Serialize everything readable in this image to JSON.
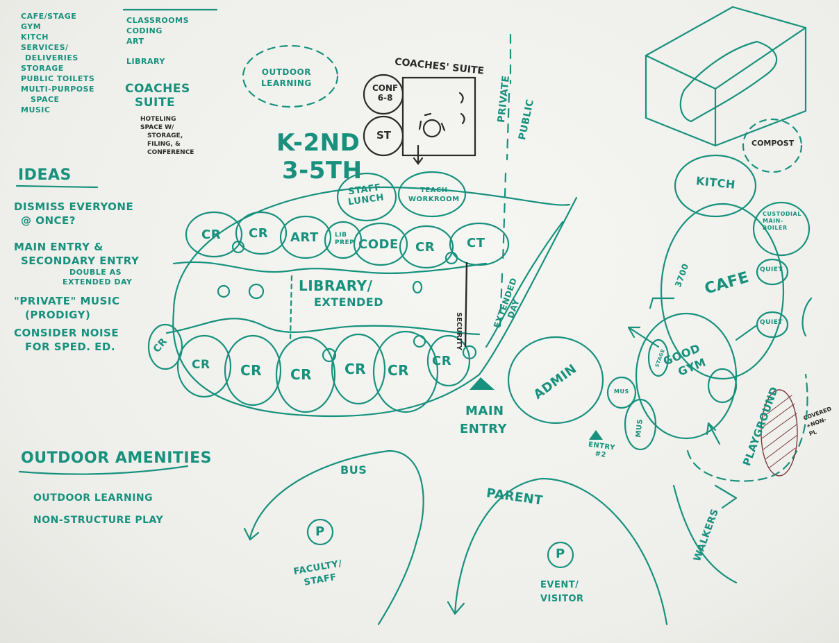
{
  "program_list_left": [
    "CAFE/STAGE",
    "GYM",
    "KITCH",
    "SERVICES/",
    "DELIVERIES",
    "STORAGE",
    "PUBLIC TOILETS",
    "MULTI-PURPOSE",
    "SPACE",
    "MUSIC"
  ],
  "program_list_mid": [
    "CLASSROOMS",
    "CODING",
    "ART",
    "LIBRARY"
  ],
  "coaches": {
    "title": "COACHES",
    "title2": "SUITE",
    "notes": [
      "HOTELING",
      "SPACE W/",
      "STORAGE,",
      "FILING, &",
      "CONFERENCE"
    ]
  },
  "ideas": {
    "heading": "IDEAS",
    "items": [
      [
        "DISMISS EVERYONE",
        "@ ONCE?"
      ],
      [
        "MAIN ENTRY &",
        "SECONDARY ENTRY",
        "DOUBLE AS",
        "EXTENDED DAY"
      ],
      [
        "\"PRIVATE\" MUSIC",
        "(PRODIGY)"
      ],
      [
        "CONSIDER NOISE",
        "FOR SPED. ED."
      ]
    ]
  },
  "outdoor": {
    "heading": "OUTDOOR AMENITIES",
    "items": [
      "OUTDOOR LEARNING",
      "NON-STRUCTURE PLAY"
    ]
  },
  "labels": {
    "outdoor_learning": [
      "OUTDOOR",
      "LEARNING"
    ],
    "coaches_suite": "COACHES' SUITE",
    "conf": [
      "CONF",
      "6-8"
    ],
    "st": "ST",
    "grades": [
      "K-2ND",
      "3-5TH"
    ],
    "private": "PRIVATE",
    "public": "PUBLIC",
    "staff_lunch": [
      "STAFF",
      "LUNCH"
    ],
    "teach_workroom": [
      "TEACH",
      "WORKROOM"
    ],
    "cr": "CR",
    "art": "ART",
    "lib_mini": [
      "LIB",
      "PREP"
    ],
    "code": "CODE",
    "ct": "CT",
    "library": [
      "LIBRARY/",
      "EXTENDED"
    ],
    "security": "SECURITY",
    "extended_day": [
      "EXTENDED",
      "DAY"
    ],
    "main_entry": [
      "MAIN",
      "ENTRY"
    ],
    "admin": "ADMIN",
    "entry2": [
      "ENTRY",
      "#2"
    ],
    "mus": "MUS",
    "kitch": "KITCH",
    "custodial": [
      "CUSTODIAL",
      "MAIN-",
      "BOILER"
    ],
    "cafe": "CAFE",
    "sf": "3700",
    "quiet": "QUIET",
    "gym": [
      "GOOD",
      "GYM"
    ],
    "stage": "STAGE",
    "playground": "PLAYGROUND",
    "compost": "COMPOST",
    "covered": [
      "COVERED",
      "+NON-",
      "PL"
    ],
    "bus": "BUS",
    "parent": "PARENT",
    "walkers": "WALKERS",
    "p": "P",
    "faculty": [
      "FACULTY/",
      "STAFF"
    ],
    "event": [
      "EVENT/",
      "VISITOR"
    ]
  },
  "colors": {
    "marker": "#17917d",
    "dark": "#2a2a2a",
    "board": "#f2f2ef"
  }
}
